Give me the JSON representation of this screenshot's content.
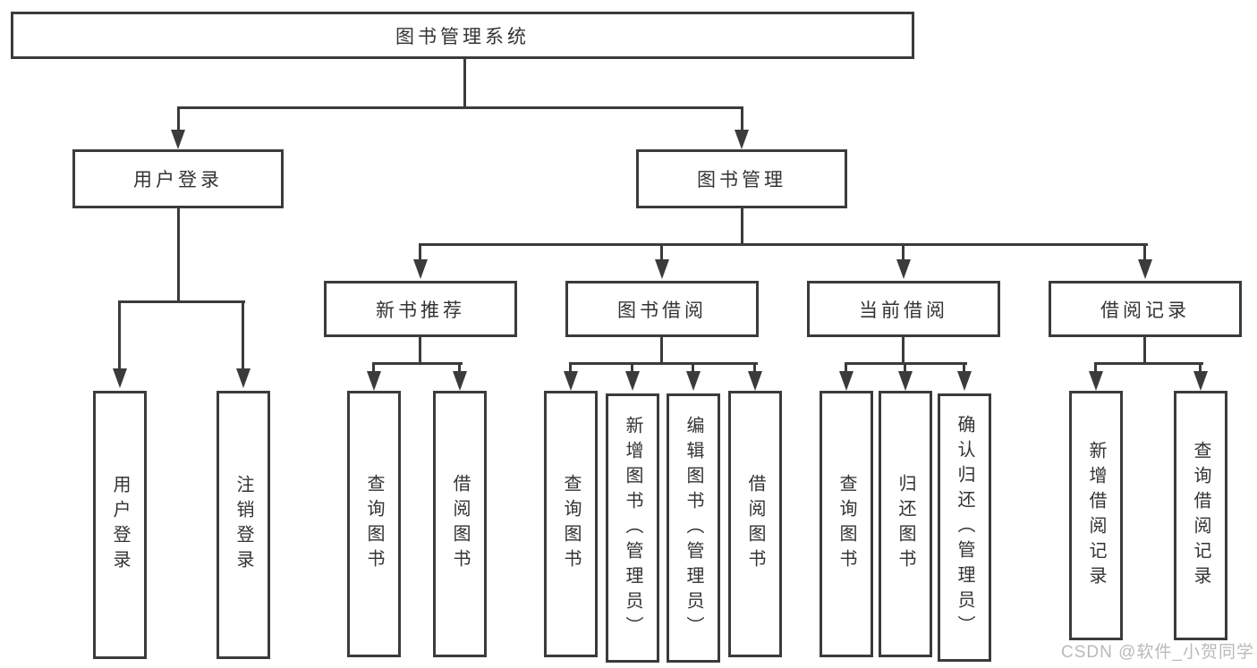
{
  "diagram": {
    "root": {
      "label": "图书管理系统"
    },
    "branches": [
      {
        "label": "用户登录",
        "children": [
          {
            "label": "用户登录"
          },
          {
            "label": "注销登录"
          }
        ]
      },
      {
        "label": "图书管理",
        "children": [
          {
            "label": "新书推荐",
            "children": [
              {
                "label": "查询图书"
              },
              {
                "label": "借阅图书"
              }
            ]
          },
          {
            "label": "图书借阅",
            "children": [
              {
                "label": "查询图书"
              },
              {
                "label": "新增图书（管理员）"
              },
              {
                "label": "编辑图书（管理员）"
              },
              {
                "label": "借阅图书"
              }
            ]
          },
          {
            "label": "当前借阅",
            "children": [
              {
                "label": "查询图书"
              },
              {
                "label": "归还图书"
              },
              {
                "label": "确认归还（管理员）"
              }
            ]
          },
          {
            "label": "借阅记录",
            "children": [
              {
                "label": "新增借阅记录"
              },
              {
                "label": "查询借阅记录"
              }
            ]
          }
        ]
      }
    ]
  },
  "watermark": {
    "text": "CSDN @软件_小贺同学"
  },
  "colors": {
    "line": "#3b3b3b",
    "text": "#333333",
    "watermark": "#b9b9b9",
    "background": "#ffffff"
  }
}
